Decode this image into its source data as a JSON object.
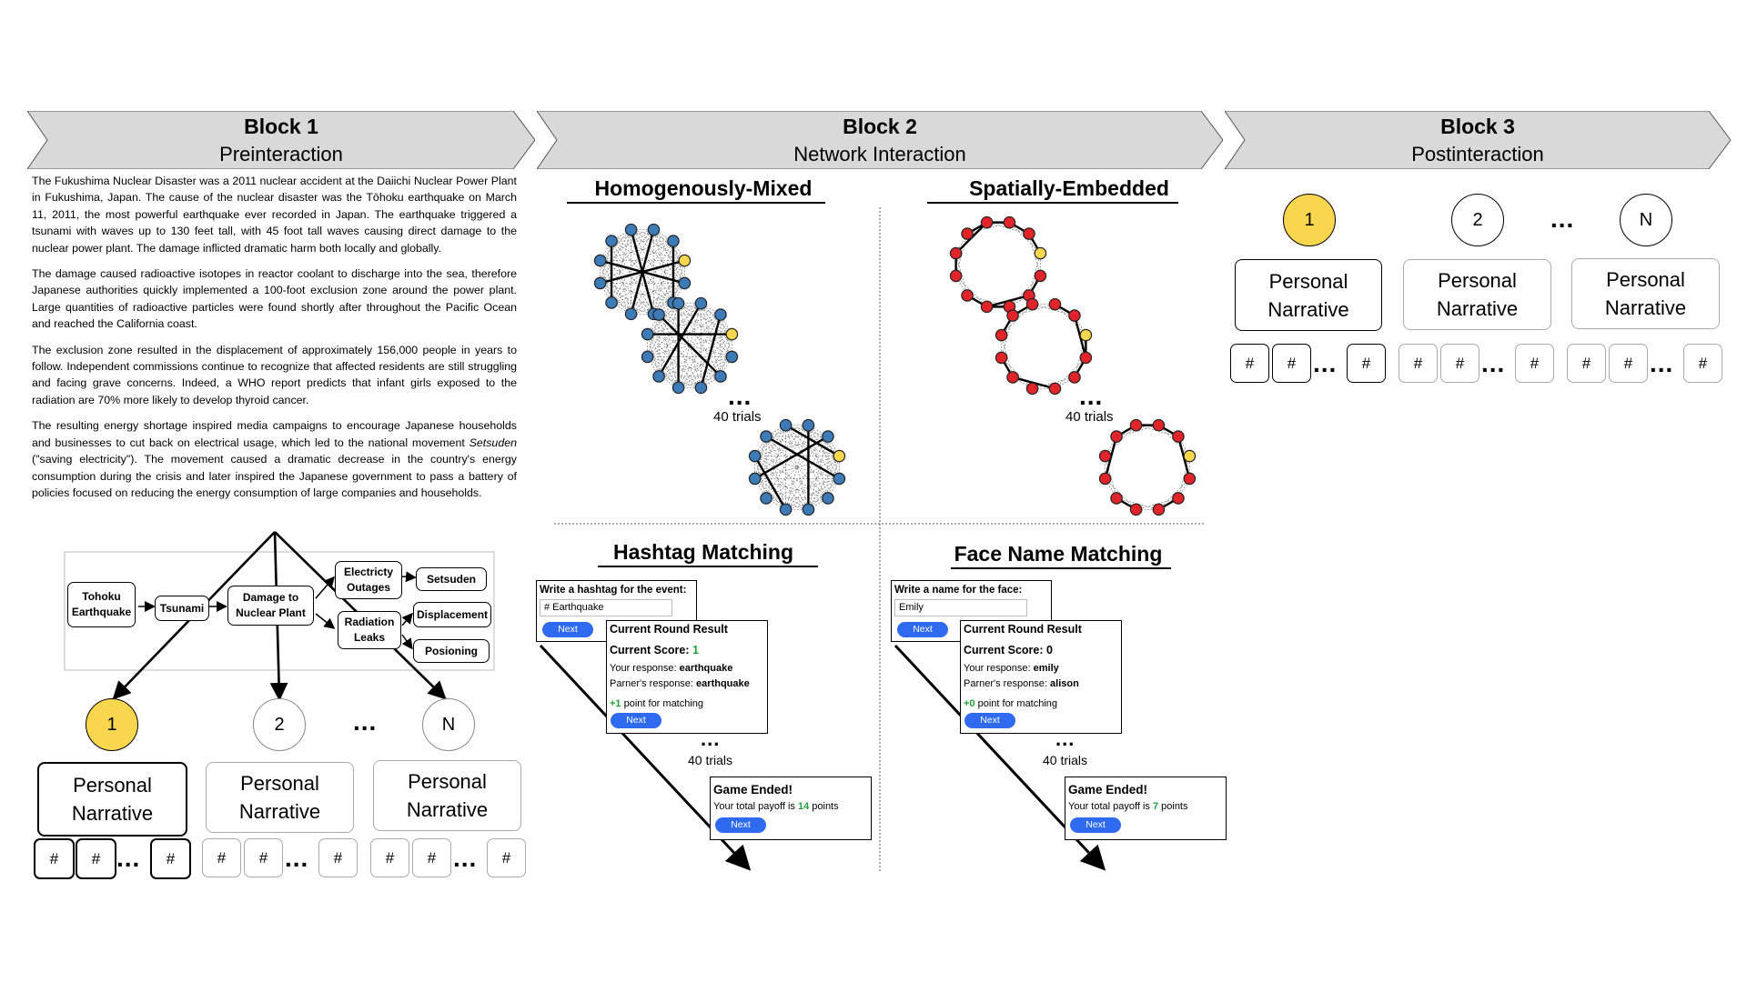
{
  "blocks": [
    {
      "title": "Block 1",
      "subtitle": "Preinteraction"
    },
    {
      "title": "Block 2",
      "subtitle": "Network Interaction"
    },
    {
      "title": "Block 3",
      "subtitle": "Postinteraction"
    }
  ],
  "narrative": {
    "p1": "The Fukushima Nuclear Disaster was a 2011 nuclear accident at the Daiichi Nuclear Power Plant in Fukushima, Japan. The cause of the nuclear disaster was the Tōhoku earthquake on March 11, 2011, the most powerful earthquake ever recorded in Japan. The earthquake triggered a tsunami with waves up to 130 feet tall, with 45 foot tall waves causing direct damage to the nuclear power plant. The damage inflicted dramatic harm both locally and globally.",
    "p2": "The damage caused radioactive isotopes in reactor coolant to discharge into the sea, therefore Japanese authorities quickly implemented a 100-foot exclusion zone around the power plant. Large quantities of radioactive particles were found shortly after throughout the Pacific Ocean and reached the California coast.",
    "p3": "The exclusion zone resulted in the displacement of approximately 156,000 people in years to follow. Independent commissions continue to recognize that affected residents are still struggling and facing grave concerns. Indeed, a WHO report predicts that infant girls exposed to the radiation are 70% more likely to develop thyroid cancer.",
    "p4a": "The resulting energy shortage inspired media campaigns to encourage Japanese households and businesses to cut back on electrical usage, which led to the national movement ",
    "p4em": "Setsuden",
    "p4b": " (\"saving electricity\"). The movement caused a dramatic decrease in the country's energy consumption during the crisis and later inspired the Japanese government to pass a battery of policies focused on reducing the energy consumption of large companies and households."
  },
  "flow": {
    "tohoku_a": "Tohoku",
    "tohoku_b": "Earthquake",
    "tsunami": "Tsunami",
    "damage_a": "Damage to",
    "damage_b": "Nuclear Plant",
    "elec_a": "Electricty",
    "elec_b": "Outages",
    "rad_a": "Radiation",
    "rad_b": "Leaks",
    "setsuden": "Setsuden",
    "displacement": "Displacement",
    "posioning": "Posioning"
  },
  "participants": {
    "labels": [
      "1",
      "2",
      "N"
    ],
    "narrative_line1": "Personal",
    "narrative_line2": "Narrative",
    "hash": "#",
    "ellipsis": "..."
  },
  "networks": {
    "left_title": "Homogenously-Mixed",
    "right_title": "Spatially-Embedded",
    "trials": "40 trials",
    "ellipsis": "..."
  },
  "hashtag_game": {
    "title": "Hashtag Matching",
    "prompt": "Write a hashtag for the event:",
    "input_value": "# Earthquake",
    "next": "Next",
    "result_header": "Current Round Result",
    "score_label": "Current Score: ",
    "score_value": "1",
    "your_label": "Your response: ",
    "your_value": "earthquake",
    "partner_label": "Parner's response: ",
    "partner_value": "earthquake",
    "points_value": "+1",
    "points_label": " point for matching",
    "trials": "40 trials",
    "ellipsis": "...",
    "ended": "Game Ended!",
    "payoff_a": "Your total payoff is ",
    "payoff_value": "14",
    "payoff_b": " points"
  },
  "face_game": {
    "title": "Face Name Matching",
    "prompt": "Write a name for the face:",
    "input_value": "Emily",
    "next": "Next",
    "result_header": "Current Round Result",
    "score_label": "Current Score: ",
    "score_value": "0",
    "your_label": "Your response: ",
    "your_value": "emily",
    "partner_label": "Parner's response: ",
    "partner_value": "alison",
    "points_value": "+0",
    "points_label": " point for matching",
    "trials": "40 trials",
    "ellipsis": "...",
    "ended": "Game Ended!",
    "payoff_a": "Your total payoff is ",
    "payoff_value": "7",
    "payoff_b": " points"
  },
  "colors": {
    "banner": "#d9d9d9",
    "highlight": "#f8d64e",
    "blue_node": "#3d7ab8",
    "red_node": "#e0242a",
    "button": "#2f6bf0",
    "green_text": "#1fa33a"
  }
}
